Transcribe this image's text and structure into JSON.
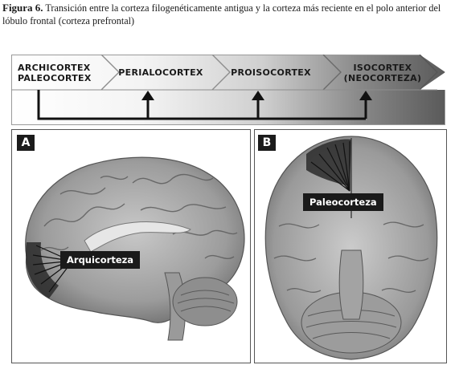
{
  "caption": {
    "figure_label": "Figura 6.",
    "text": "Transición entre la corteza filogenéticamente antigua y la corteza más reciente en el polo anterior del lóbulo frontal (corteza prefrontal)"
  },
  "gradient": {
    "stage_1_line_1": "ARCHICORTEX",
    "stage_1_line_2": "PALEOCORTEX",
    "stage_2": "PERIALOCORTEX",
    "stage_3": "PROISOCORTEX",
    "stage_4_line_1": "ISOCORTEX",
    "stage_4_line_2": "(NEOCORTEZA)"
  },
  "panel_a": {
    "letter": "A",
    "label": "Arquicorteza"
  },
  "panel_b": {
    "letter": "B",
    "label": "Paleocorteza"
  },
  "colors": {
    "label_bg": "#1a1a1a",
    "gradient_dark": "#5a5a5a",
    "brain_tone": "#a9a9a9"
  }
}
